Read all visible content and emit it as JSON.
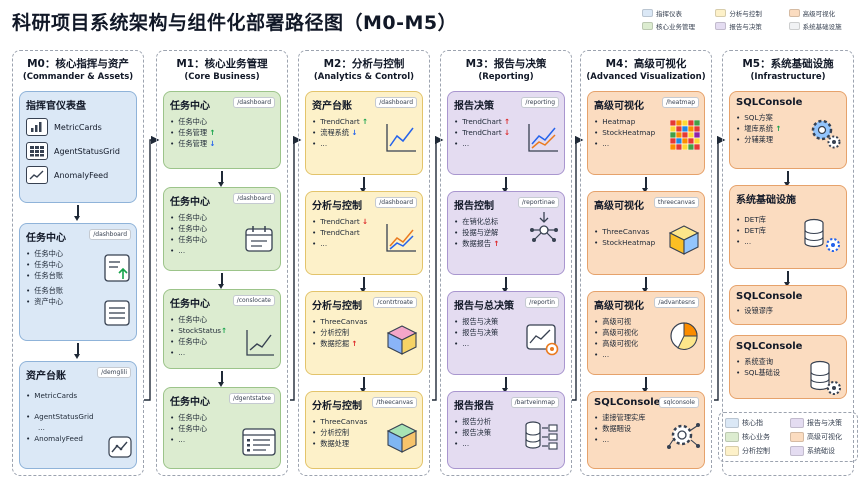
{
  "title": "科研项目系统架构与组件化部署路径图（M0-M5）",
  "top_legend": [
    {
      "label": "指挥仪表",
      "color": "#dbe8f6"
    },
    {
      "label": "分析与控制",
      "color": "#fdf1c9"
    },
    {
      "label": "高级可视化",
      "color": "#fbdcc0"
    },
    {
      "label": "核心业务管理",
      "color": "#dcecd0"
    },
    {
      "label": "报告与决策",
      "color": "#e4dcf1"
    },
    {
      "label": "系统基础设施",
      "color": "#f1f2f4"
    }
  ],
  "columns": [
    {
      "h1": "M0：核心指挥与资产",
      "h2": "(Commander & Assets)",
      "cards": [
        {
          "title": "指挥官仪表盘",
          "components": [
            "MetricCards",
            "AgentStatusGrid",
            "AnomalyFeed"
          ]
        },
        {
          "title": "任务中心",
          "route": "/dashboard",
          "items": [
            "任务中心",
            "任务中心",
            "任务台账",
            "任务台账",
            "资产中心"
          ]
        },
        {
          "title": "资产台账",
          "route": "/demglili",
          "items": [
            "MetricCards",
            "AgentStatusGrid",
            "...",
            "AnomalyFeed"
          ]
        }
      ]
    },
    {
      "h1": "M1：核心业务管理",
      "h2": "(Core Business)",
      "cards": [
        {
          "title": "任务中心",
          "route": "/dashboard",
          "items": [
            "任务中心",
            "任务管理",
            "任务管理"
          ]
        },
        {
          "title": "任务中心",
          "route": "/dashboard",
          "items": [
            "任务中心",
            "任务中心",
            "任务中心",
            "..."
          ]
        },
        {
          "title": "任务中心",
          "route": "/conslocate",
          "items": [
            "任务中心",
            "StockStatus",
            "任务中心",
            "..."
          ]
        },
        {
          "title": "任务中心",
          "route": "/dgentstatxe",
          "items": [
            "任务中心",
            "任务中心",
            "..."
          ]
        }
      ]
    },
    {
      "h1": "M2：分析与控制",
      "h2": "(Analytics & Control)",
      "cards": [
        {
          "title": "资产台账",
          "route": "/dashboard",
          "items": [
            "TrendChart",
            "流程系统",
            "..."
          ]
        },
        {
          "title": "分析与控制",
          "route": "/dashboard",
          "items": [
            "TrendChart",
            "TrendChart",
            "..."
          ]
        },
        {
          "title": "分析与控制",
          "route": "/contrtroate",
          "items": [
            "ThreeCanvas",
            "分析控制",
            "数据挖掘"
          ]
        },
        {
          "title": "分析与控制",
          "route": "/theecanvas",
          "items": [
            "ThreeCanvas",
            "分析控制",
            "数据处理"
          ]
        }
      ]
    },
    {
      "h1": "M3：报告与决策",
      "h2": "(Reporting)",
      "cards": [
        {
          "title": "报告决策",
          "route": "/reporting",
          "items": [
            "TrendChart",
            "TrendChart",
            "..."
          ]
        },
        {
          "title": "报告控制",
          "route": "/reportinae",
          "items": [
            "在销化总标",
            "投据与逆解",
            "数据报告"
          ]
        },
        {
          "title": "报告与总决策",
          "route": "/reportin",
          "items": [
            "报告与决策",
            "报告与决策",
            "..."
          ]
        },
        {
          "title": "报告报告",
          "route": "/bartveinmap",
          "items": [
            "报告分析",
            "报告决策",
            "..."
          ]
        }
      ]
    },
    {
      "h1": "M4：高级可视化",
      "h2": "(Advanced Visualization)",
      "cards": [
        {
          "title": "高级可视化",
          "route": "/heatmap",
          "items": [
            "Heatmap",
            "StockHeatmap",
            "..."
          ]
        },
        {
          "title": "高级可视化",
          "route": "threecanvas",
          "items": [
            "ThreeCanvas",
            "StockHeatmap"
          ]
        },
        {
          "title": "高级可视化",
          "route": "/advantesns",
          "items": [
            "高级可视",
            "高级可视化",
            "高级可视化",
            "..."
          ]
        },
        {
          "title": "SQLConsole",
          "route": "sqlconsole",
          "items": [
            "速接管理实库",
            "数据睏设",
            "..."
          ]
        }
      ]
    },
    {
      "h1": "M5：系统基础设施",
      "h2": "(Infrastructure)",
      "cards": [
        {
          "title": "SQLConsole",
          "items": [
            "SQL方案",
            "堰库系统",
            "分辅莱理"
          ]
        },
        {
          "title": "系统基础设施",
          "items": [
            "DET库",
            "DET库",
            "..."
          ]
        },
        {
          "title": "SQLConsole",
          "items": [
            "设锒谬序"
          ]
        },
        {
          "title": "SQLConsole",
          "items": [
            "系统查询",
            "SQL基础设"
          ]
        }
      ]
    }
  ],
  "bottom_legend": [
    {
      "label": "核心指",
      "color": "#dbe8f6"
    },
    {
      "label": "报告与决策",
      "color": "#e4dcf1"
    },
    {
      "label": "核心业务",
      "color": "#dcecd0"
    },
    {
      "label": "高级可视化",
      "color": "#fbdcc0"
    },
    {
      "label": "分析控制",
      "color": "#fdf1c9"
    },
    {
      "label": "系统础设",
      "color": "#e4dcf1"
    }
  ],
  "icons": {
    "metric_cards": "bar-chart-icon",
    "agent_grid": "grid-icon",
    "anomaly_feed": "line-chart-icon"
  }
}
